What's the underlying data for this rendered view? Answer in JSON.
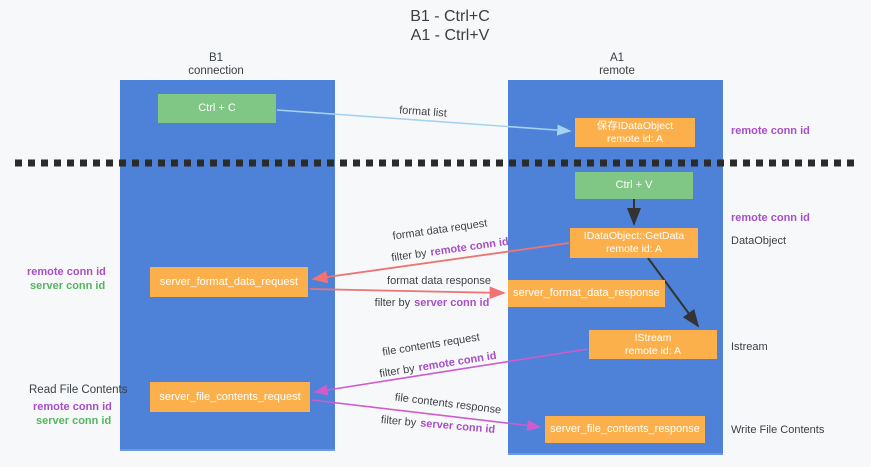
{
  "title": {
    "line1": "B1 - Ctrl+C",
    "line2": "A1 - Ctrl+V"
  },
  "columns": {
    "left": {
      "name": "B1",
      "role": "connection"
    },
    "right": {
      "name": "A1",
      "role": "remote"
    }
  },
  "boxes": {
    "ctrl_c": {
      "label": "Ctrl + C"
    },
    "save_idataobject": {
      "line1": "保存IDataObject",
      "line2": "remote id: A"
    },
    "ctrl_v": {
      "label": "Ctrl + V"
    },
    "getdata": {
      "line1": "IDataObject::GetData",
      "line2": "remote id: A"
    },
    "format_request": {
      "label": "server_format_data_request"
    },
    "format_response": {
      "label": "server_format_data_response"
    },
    "istream": {
      "line1": "IStream",
      "line2": "remote id: A"
    },
    "file_request": {
      "label": "server_file_contents_request"
    },
    "file_response": {
      "label": "server_file_contents_response"
    }
  },
  "arrow_labels": {
    "format_list": "format list",
    "format_data_request": {
      "line1": "format data request",
      "filter_prefix": "filter by",
      "filter_id": "remote conn id"
    },
    "format_data_response": {
      "line1": "format data response",
      "filter_prefix": "filter by",
      "filter_id": "server conn id"
    },
    "file_contents_request": {
      "line1": "file contents request",
      "filter_prefix": "filter by",
      "filter_id": "remote conn id"
    },
    "file_contents_response": {
      "line1": "file contents response",
      "filter_prefix": "filter by",
      "filter_id": "server conn id"
    }
  },
  "side_labels": {
    "left_format_remote": "remote conn id",
    "left_format_server": "server conn id",
    "left_file_title": "Read File Contents",
    "left_file_remote": "remote conn id",
    "left_file_server": "server conn id",
    "right_save_id": "remote conn id",
    "right_dataobject_id": "remote conn id",
    "right_dataobject": "DataObject",
    "right_istream": "Istream",
    "right_write": "Write File Contents"
  },
  "colors": {
    "column_blue": "#4d82d8",
    "box_orange": "#fbb04c",
    "box_green": "#80c785",
    "purple": "#a74fc6",
    "green_text": "#55b55f",
    "salmon_arrow": "#ee7372",
    "magenta_arrow": "#cf5ccb",
    "light_blue_arrow": "#a5d2ef",
    "black_arrow": "#333333"
  }
}
